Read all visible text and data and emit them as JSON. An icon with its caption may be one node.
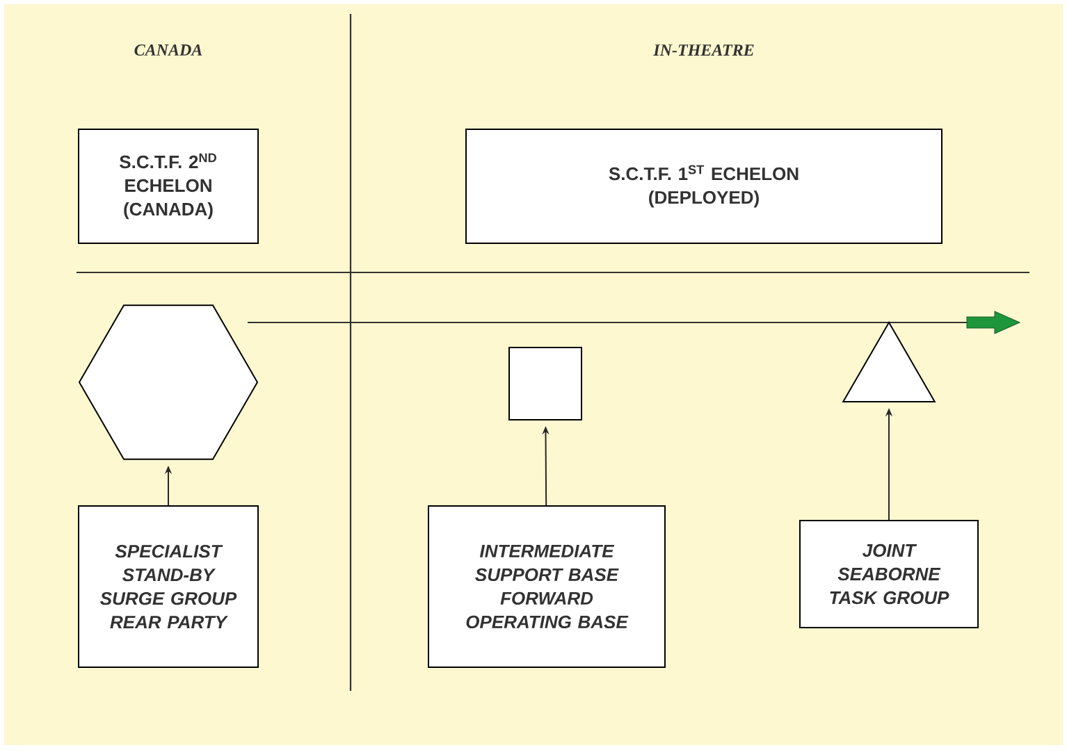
{
  "diagram": {
    "nodes": [
      {
        "text": [
          "S.C.T.F. 2$^{ND}$ ECHELON (CANADA)"
        ]
      },
      {
        "text": [
          "S.C.T.F. 1$^{ST}$ ECHELON (DEPLOYED)"
        ]
      },
      {
        "text": [],
        "shape": "hexagon"
      },
      {
        "text": [],
        "shape": "box"
      },
      {
        "text": [],
        "shape": "triangle"
      },
      {
        "text": [
          "SPECIALIST STAND-BY SURGE GROUP REAR PARTY"
        ]
      },
      {
        "text": [
          "INTERMEDIATE SUPPORT BASE FORWARD OPERATING BASE"
        ]
      },
      {
        "text": [
          "JOINT SEABORNE TASK GROUP"
        ]
      }
    ],
    "edges": [
      {
        "from": 5,
        "to": 2,
        "arrow": "to"
      },
      {
        "from": 6,
        "to": 3,
        "arrow": "to"
      },
      {
        "from": 7,
        "to": 4,
        "arrow": "to"
      }
    ],
    "labels": [
      "CANADA",
      "IN-THEATRE"
    ]
  }
}
